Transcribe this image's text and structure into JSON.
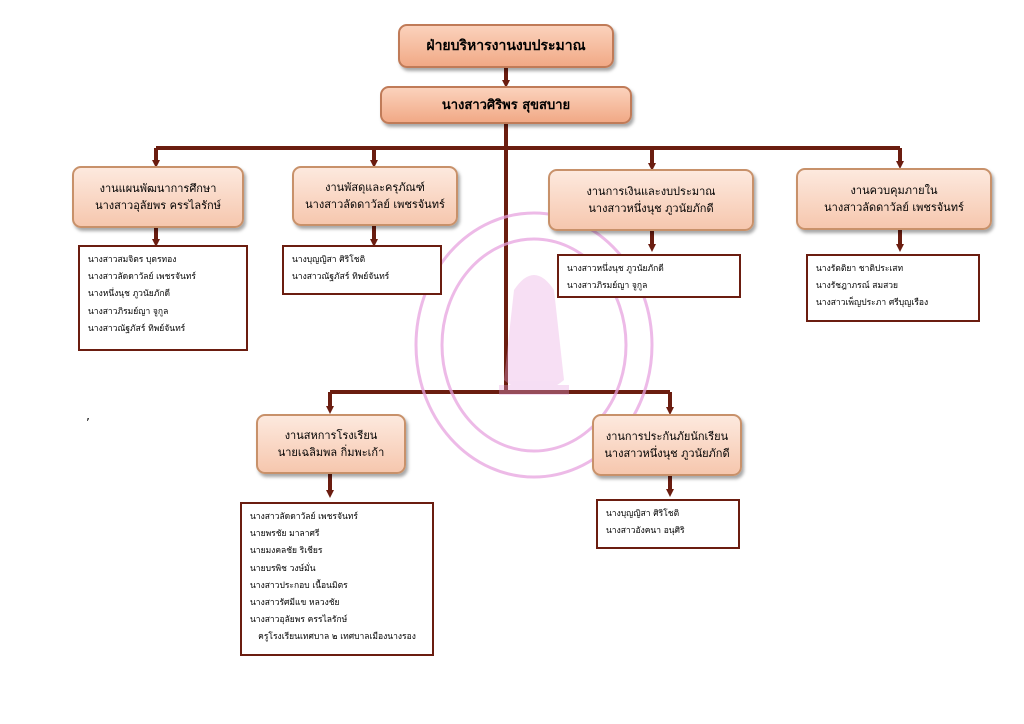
{
  "chart": {
    "title": "ฝ่ายบริหารงานงบประมาณ",
    "head": "นางสาวศิริพร สุขสบาย",
    "units": [
      {
        "title": "งานแผนพัฒนาการศึกษา",
        "leader": "นางสาวอุลัยพร ครรไลรักษ์",
        "members": [
          "นางสาวสมจิตร บุตรทอง",
          "นางสาวลัดดาวัลย์ เพชรจันทร์",
          "นางหนึ่งนุช ภูวนัยภักดี",
          "นางสาวภิรมย์ญา จูกูล",
          "นางสาวณัฐภัสร์ ทิพย์จันทร์"
        ]
      },
      {
        "title": "งานพัสดุและครุภัณฑ์",
        "leader": "นางสาวลัดดาวัลย์ เพชรจันทร์",
        "members": [
          "นางบุญญิสา ศิริโชติ",
          "นางสาวณัฐภัสร์ ทิพย์จันทร์"
        ]
      },
      {
        "title": "งานการเงินและงบประมาณ",
        "leader": "นางสาวหนึ่งนุช ภูวนัยภักดี",
        "members": [
          "นางสาวหนึ่งนุช ภูวนัยภักดี",
          "นางสาวภิรมย์ญา จูกูล"
        ]
      },
      {
        "title": "งานควบคุมภายใน",
        "leader": "นางสาวลัดดาวัลย์ เพชรจันทร์",
        "members": [
          "นางรัตติยา ชาติประเสท",
          "นางรัชฎาภรณ์ สมสวย",
          "นางสาวเพ็ญประภา ศรีบุญเรือง"
        ]
      },
      {
        "title": "งานสหการโรงเรียน",
        "leader": "นายเฉลิมพล กิ่มพะเก้า",
        "members": [
          "นางสาวลัดดาวัลย์ เพชรจันทร์",
          "นายพรชัย มาลาศรี",
          "นายมงคลชัย ริเชียร",
          "นายบรพิช วงษ์มั่น",
          "นางสาวประกอบ เนื้อนมิตร",
          "นางสาวรัศมีแข หลวงชัย",
          "นางสาวอุลัยพร ครรไลรักษ์",
          "ครูโรงเรียนเทศบาล ๒ เทศบาลเมืองนางรอง"
        ]
      },
      {
        "title": "งานการประกันภัยนักเรียน",
        "leader": "นางสาวหนึ่งนุช ภูวนัยภักดี",
        "members": [
          "นางบุญญิสา ศิริโชติ",
          "นางสาวอังคนา อนุศิริ"
        ]
      }
    ],
    "stray_mark": "’"
  },
  "colors": {
    "connector": "#6b1d10",
    "box_fill": "#f6c7ae",
    "seal": "#e7a3e0"
  }
}
